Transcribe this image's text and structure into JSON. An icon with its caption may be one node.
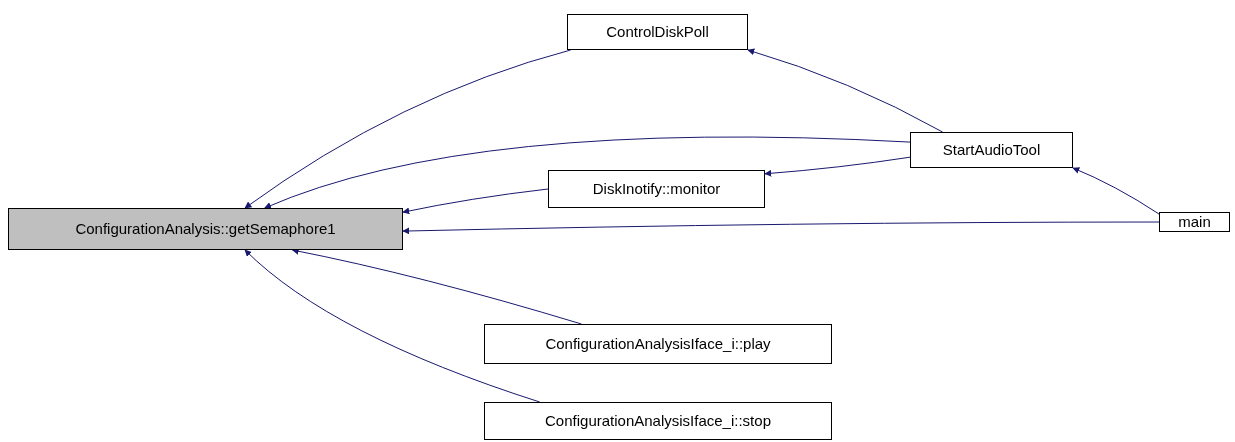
{
  "diagram": {
    "nodes": [
      {
        "text": [
          "ConfigurationAnalysis::getSemaphore1"
        ]
      },
      {
        "text": [
          "ControlDiskPoll"
        ]
      },
      {
        "text": [
          "StartAudioTool"
        ]
      },
      {
        "text": [
          "DiskInotify::monitor"
        ]
      },
      {
        "text": [
          "main"
        ]
      },
      {
        "text": [
          "ConfigurationAnalysisIface_i::play"
        ]
      },
      {
        "text": [
          "ConfigurationAnalysisIface_i::stop"
        ]
      }
    ],
    "edges": [
      {
        "from": 1,
        "to": 0,
        "arrow": "to"
      },
      {
        "from": 2,
        "to": 0,
        "arrow": "to"
      },
      {
        "from": 3,
        "to": 0,
        "arrow": "to"
      },
      {
        "from": 4,
        "to": 0,
        "arrow": "to"
      },
      {
        "from": 5,
        "to": 0,
        "arrow": "to"
      },
      {
        "from": 6,
        "to": 0,
        "arrow": "to"
      },
      {
        "from": 2,
        "to": 1,
        "arrow": "to"
      },
      {
        "from": 2,
        "to": 3,
        "arrow": "to"
      },
      {
        "from": 4,
        "to": 2,
        "arrow": "to"
      }
    ]
  }
}
